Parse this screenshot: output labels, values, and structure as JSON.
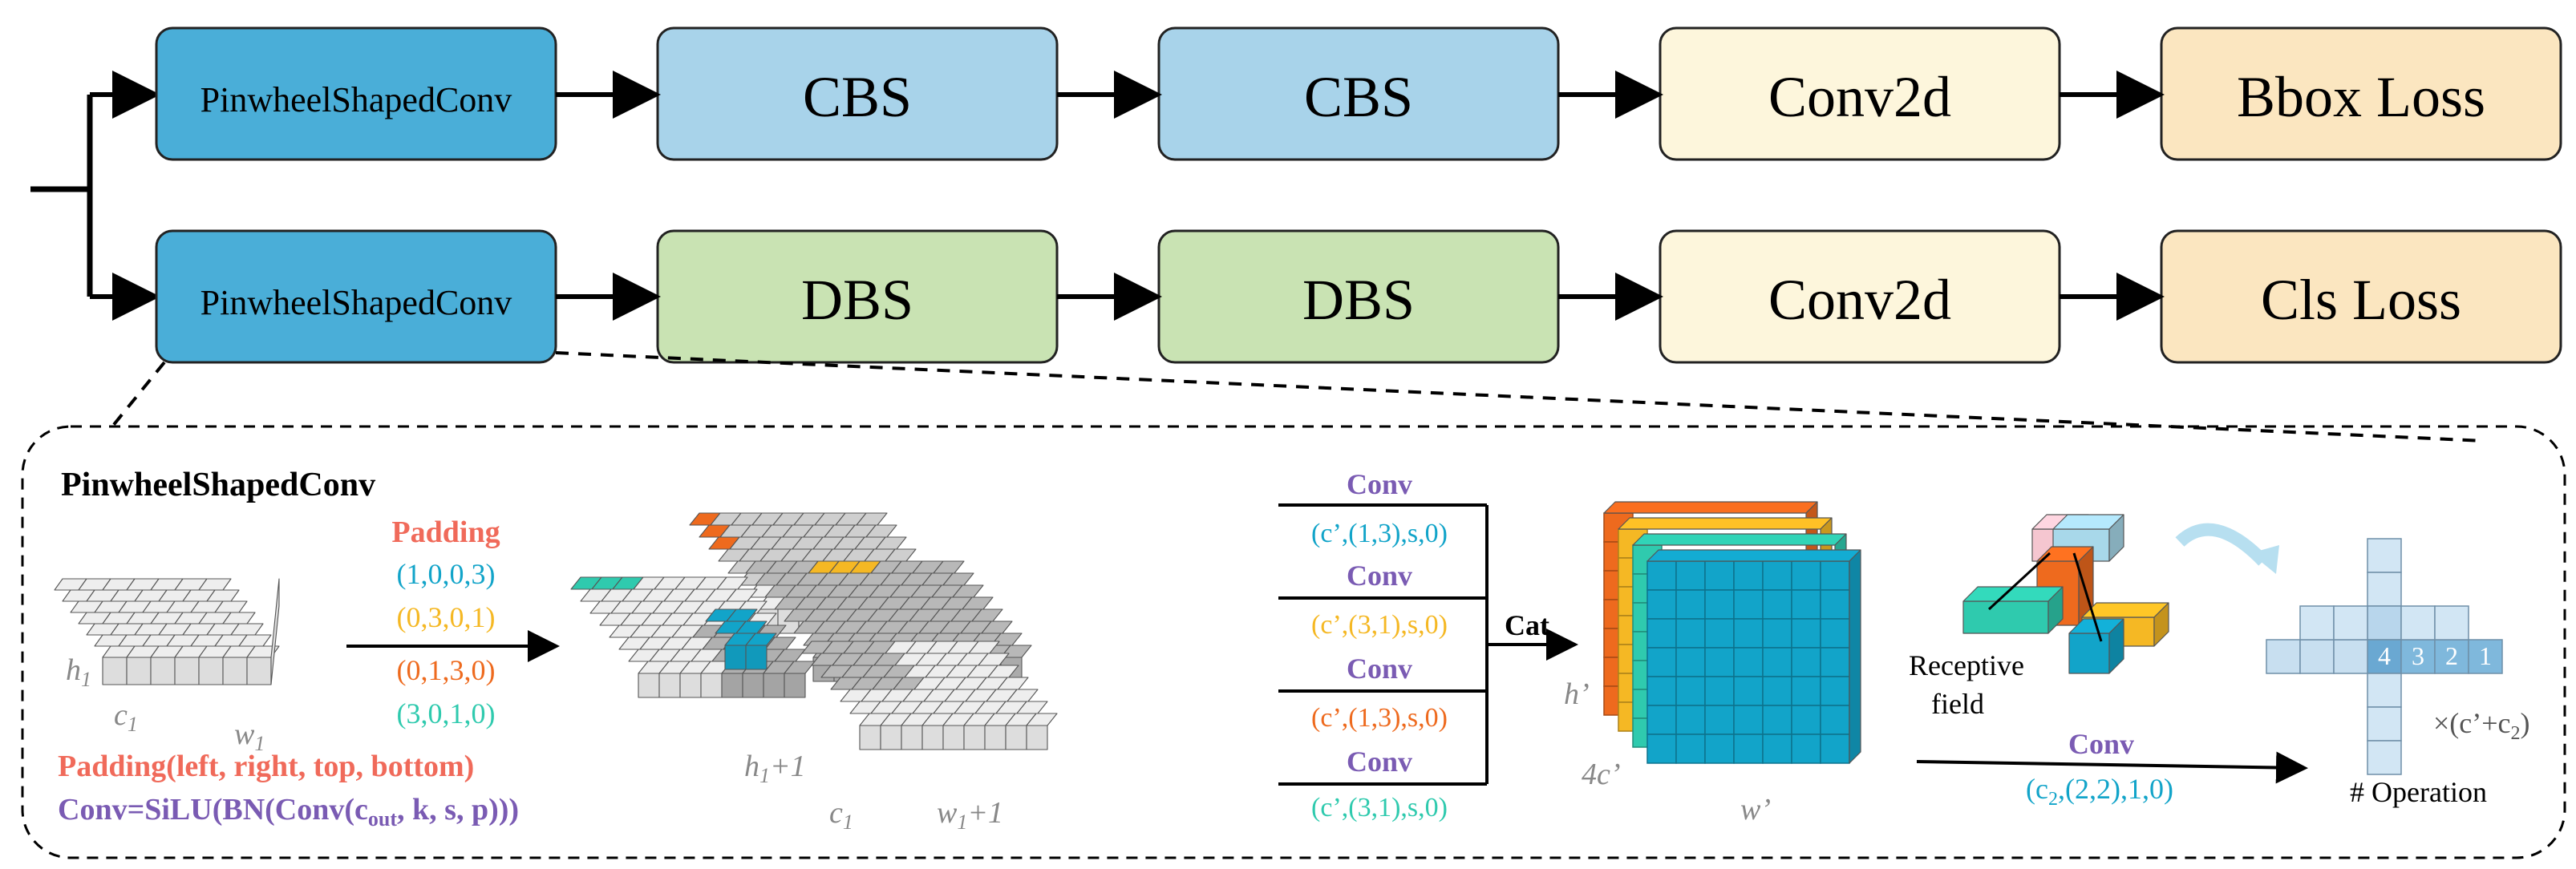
{
  "pipeline": {
    "top_row": [
      "PinwheelShapedConv",
      "CBS",
      "CBS",
      "Conv2d",
      "Bbox Loss"
    ],
    "bottom_row": [
      "PinwheelShapedConv",
      "DBS",
      "DBS",
      "Conv2d",
      "Cls Loss"
    ]
  },
  "colors": {
    "pinwheel": "#4aaed8",
    "cbs": "#a8d3ea",
    "dbs": "#c9e3b3",
    "conv2d": "#fdf6dc",
    "loss": "#fbe6c0",
    "orange": "#ee6a1e",
    "yellow": "#f5b824",
    "blue": "#12a4c9",
    "teal": "#2fcaae",
    "violet": "#7a5bb3",
    "salmon": "#f06a5a"
  },
  "detail": {
    "title": "PinwheelShapedConv",
    "padding_label": "Padding",
    "padding_values": [
      "(1,0,0,3)",
      "(0,3,0,1)",
      "(0,1,3,0)",
      "(3,0,1,0)"
    ],
    "padding_legend": "Padding(left, right, top, bottom)",
    "conv_formula_prefix": "Conv=SiLU(BN(Conv(c",
    "conv_formula_sub": "out",
    "conv_formula_suffix": ", k, s, p)))",
    "input_labels": {
      "h": "h",
      "c": "c",
      "w": "w",
      "sub": "1"
    },
    "padded_labels": {
      "h": "h",
      "c": "c",
      "w": "w",
      "sub": "1",
      "plus": "+1"
    },
    "conv_label": "Conv",
    "conv_params": [
      "(c’,(1,3),s,0)",
      "(c’,(3,1),s,0)",
      "(c’,(1,3),s,0)",
      "(c’,(3,1),s,0)"
    ],
    "cat_label": "Cat",
    "cube_labels": {
      "h": "h’",
      "c": "4c’",
      "w": "w’"
    },
    "receptive_label_1": "Receptive",
    "receptive_label_2": "field",
    "final_conv_label": "Conv",
    "final_conv_params": "(c",
    "final_conv_params_sub": "2",
    "final_conv_params_suffix": ",(2,2),1,0)",
    "operation_label": "# Operation",
    "multiply_label": "×(c’+c",
    "multiply_sub": "2",
    "multiply_suffix": ")",
    "order_numbers": [
      "4",
      "3",
      "2",
      "1"
    ]
  }
}
